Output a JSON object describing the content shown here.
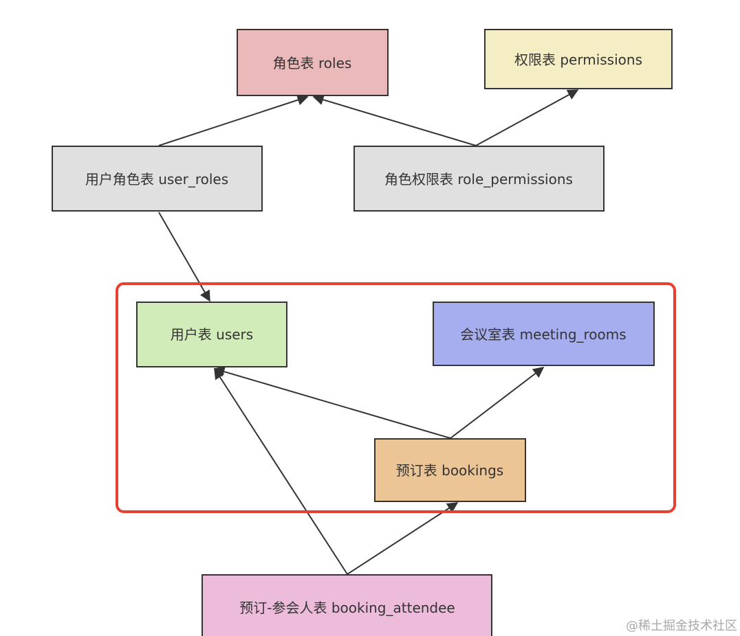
{
  "diagram": {
    "nodes": {
      "roles": {
        "label": "角色表 roles",
        "color": "#ebb9b9"
      },
      "permissions": {
        "label": "权限表 permissions",
        "color": "#f5edc4"
      },
      "user_roles": {
        "label": "用户角色表 user_roles",
        "color": "#e0e0e0"
      },
      "role_permissions": {
        "label": "角色权限表 role_permissions",
        "color": "#e0e0e0"
      },
      "users": {
        "label": "用户表 users",
        "color": "#d2ecb9"
      },
      "meeting_rooms": {
        "label": "会议室表 meeting_rooms",
        "color": "#a6aef0"
      },
      "bookings": {
        "label": "预订表 bookings",
        "color": "#ecc596"
      },
      "booking_attendee": {
        "label": "预订-参会人表 booking_attendee",
        "color": "#edbcdb"
      }
    },
    "edges": [
      {
        "from": "user_roles",
        "to": "roles"
      },
      {
        "from": "role_permissions",
        "to": "roles"
      },
      {
        "from": "role_permissions",
        "to": "permissions"
      },
      {
        "from": "user_roles",
        "to": "users"
      },
      {
        "from": "bookings",
        "to": "users"
      },
      {
        "from": "bookings",
        "to": "meeting_rooms"
      },
      {
        "from": "booking_attendee",
        "to": "users"
      },
      {
        "from": "booking_attendee",
        "to": "bookings"
      }
    ],
    "highlight_color": "#e8402c"
  },
  "watermark": "@稀土掘金技术社区"
}
